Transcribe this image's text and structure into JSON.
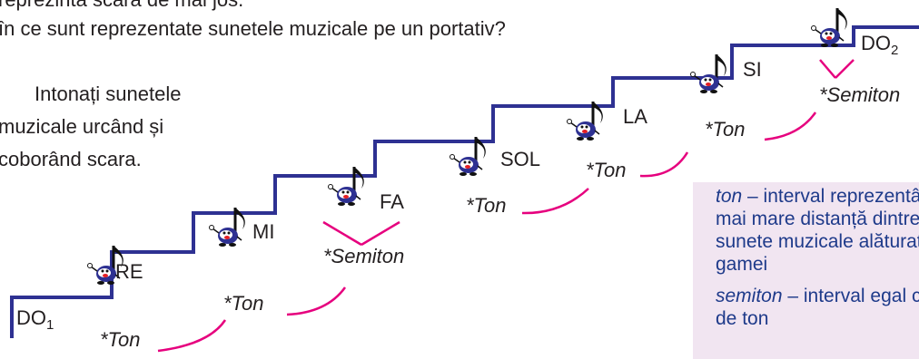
{
  "intro": {
    "line1": "reprezintă scara de mai jos.",
    "line2": "în ce sunt reprezentate sunetele muzicale pe un portativ?"
  },
  "instruction": {
    "line1": "Intonați sunetele",
    "line2": "muzicale urcând și",
    "line3": "coborând scara."
  },
  "notes": [
    {
      "name": "DO",
      "sub": "1"
    },
    {
      "name": "RE"
    },
    {
      "name": "MI"
    },
    {
      "name": "FA"
    },
    {
      "name": "SOL"
    },
    {
      "name": "LA"
    },
    {
      "name": "SI"
    },
    {
      "name": "DO",
      "sub": "2"
    }
  ],
  "intervals": [
    "*Ton",
    "*Ton",
    "*Semiton",
    "*Ton",
    "*Ton",
    "*Ton",
    "*Semiton"
  ],
  "definitions": {
    "ton_term": "ton",
    "ton_text": " – interval reprezentând cea",
    "ton_line2": "mai mare distanță dintre două",
    "ton_line3": "sunete muzicale alăturate ale",
    "ton_line4": "gamei",
    "semiton_term": "semiton",
    "semiton_text": " – interval egal cu jumătate",
    "semiton_line2": "de ton"
  },
  "colors": {
    "stairs": "#2e3192",
    "arcs": "#e6007e",
    "definition_bg": "#f1e5f1",
    "definition_text": "#1e3a8a"
  },
  "icons": [
    "singing-music-note-icon"
  ]
}
